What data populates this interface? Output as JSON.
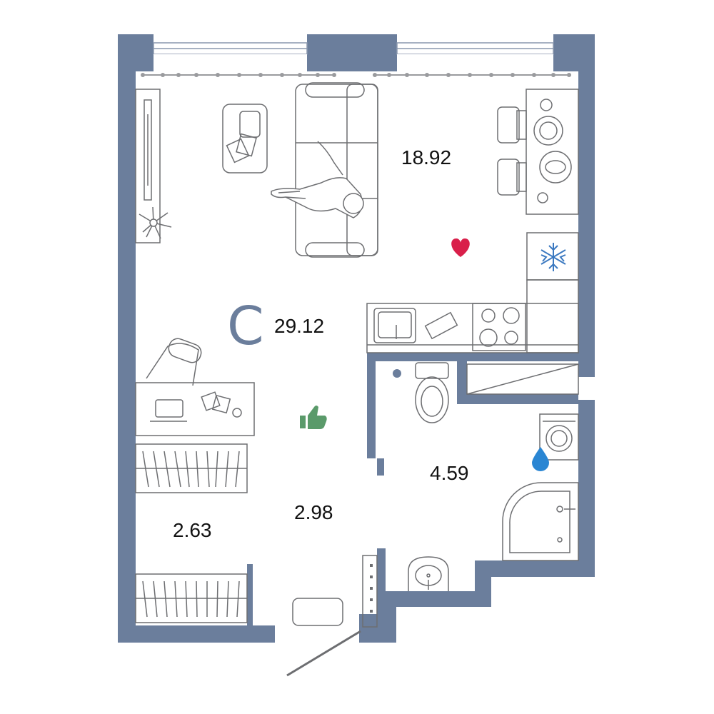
{
  "plan": {
    "apartment_type": "С",
    "total_area": "29.12",
    "rooms": [
      {
        "id": "living",
        "area": "18.92"
      },
      {
        "id": "bathroom",
        "area": "4.59"
      },
      {
        "id": "hall",
        "area": "2.98"
      },
      {
        "id": "closet",
        "area": "2.63"
      }
    ]
  },
  "icons": {
    "favorite": "heart-icon",
    "recommended": "thumbs-up-icon",
    "cooling": "snowflake-icon",
    "water": "water-drop-icon"
  },
  "colors": {
    "wall": "#6b7e9c",
    "type_letter": "#6b7e9c",
    "heart": "#d91f4a",
    "thumbs_up": "#5a9a6a",
    "snowflake": "#3a78c0",
    "water_drop": "#2a86d3",
    "furniture_line": "#6d6e71"
  }
}
